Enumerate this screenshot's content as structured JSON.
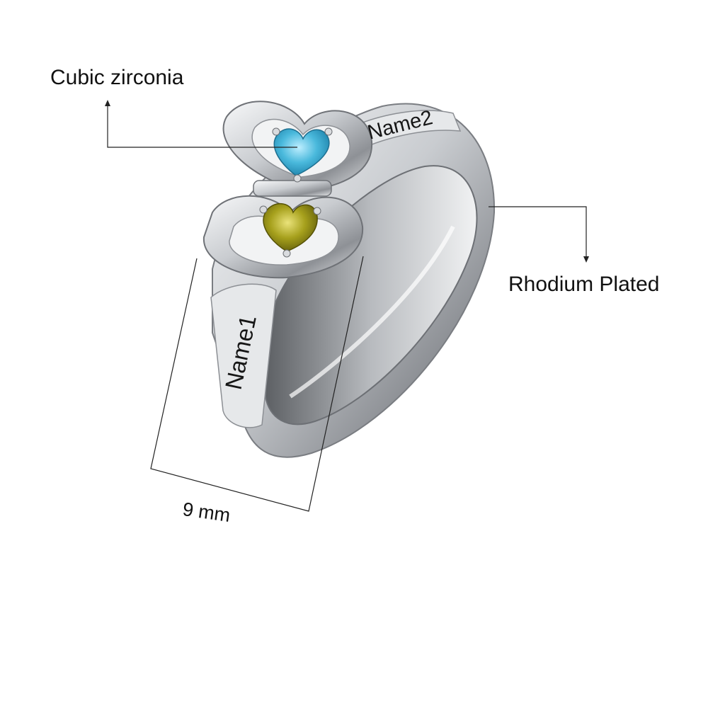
{
  "image": {
    "subject": "silver heart-shaped two-stone name ring",
    "background_color": "#ffffff",
    "metal_color": "#cfd1d5",
    "engraving_color": "#161616"
  },
  "callouts": {
    "stone_material": "Cubic zirconia",
    "plating": "Rhodium Plated",
    "band_width": "9 mm"
  },
  "engravings": {
    "name_1": "Name1",
    "name_2": "Name2"
  },
  "stones": [
    {
      "shape": "heart",
      "color": "#4ab9dc"
    },
    {
      "shape": "heart",
      "color": "#a6a01c"
    }
  ]
}
